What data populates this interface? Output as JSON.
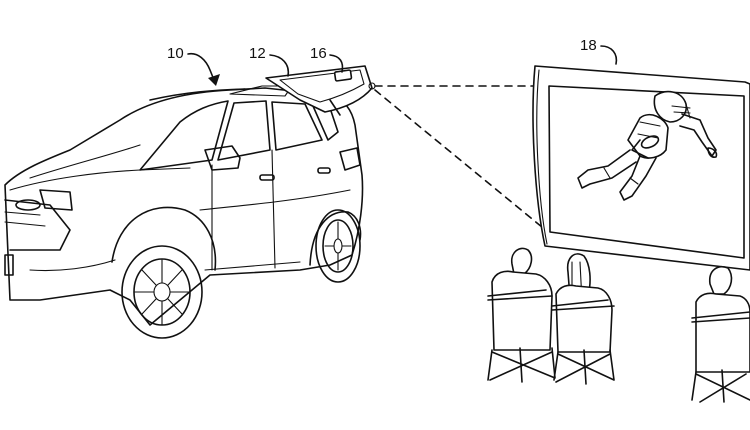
{
  "figure": {
    "reference_numerals": {
      "vehicle": "10",
      "liftgate": "12",
      "projector": "16",
      "screen": "18"
    },
    "projection_beam": "dashed",
    "viewer_count": 3
  }
}
